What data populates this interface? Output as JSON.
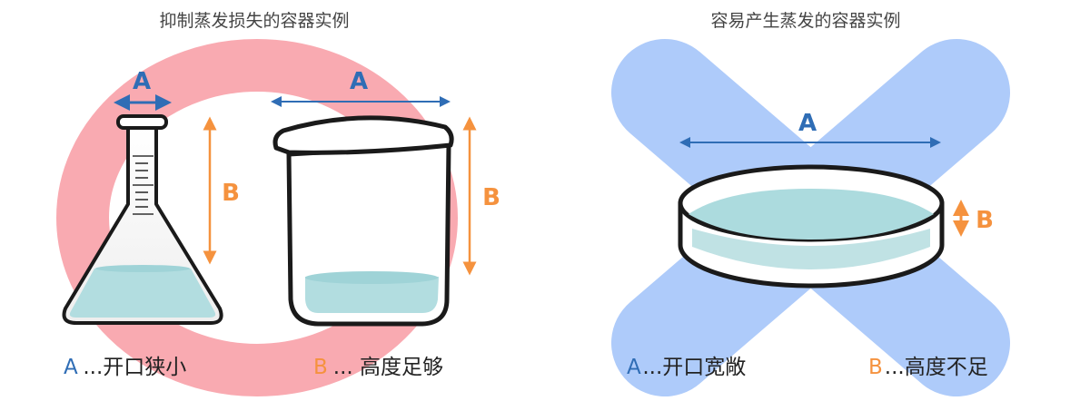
{
  "left": {
    "title": "抑制蒸发损失的容器实例",
    "flask_label_a": "A",
    "flask_label_b": "B",
    "beaker_label_a": "A",
    "beaker_label_b": "B",
    "caption_a_letter": "A",
    "caption_a_text": "...开口狭小",
    "caption_b_letter": "B",
    "caption_b_text": "... 高度足够",
    "symbol": "circle-ok-icon"
  },
  "right": {
    "title": "容易产生蒸发的容器实例",
    "dish_label_a": "A",
    "dish_label_b": "B",
    "caption_a_letter": "A",
    "caption_a_text": "...开口宽敞",
    "caption_b_letter": "B",
    "caption_b_text": "...高度不足",
    "symbol": "cross-ng-icon"
  },
  "colors": {
    "ring": "#f9aab1",
    "cross": "#aecbfa",
    "dimension_a": "#2f6db5",
    "dimension_b": "#f5923e",
    "water": "#b2dde0"
  }
}
